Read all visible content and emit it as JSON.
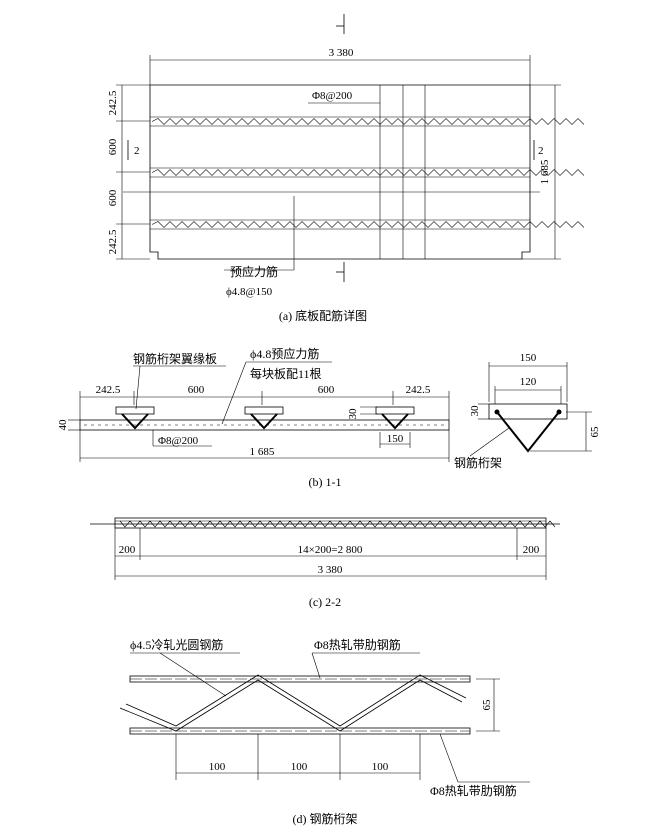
{
  "panel_a": {
    "caption": "(a) 底板配筋详图",
    "width": "3 380",
    "height": "1 685",
    "rebar_top": "Φ8@200",
    "prestress_label": "预应力筋",
    "prestress_spec": "ϕ4.8@150",
    "section_mark": "2",
    "left_dims": [
      "242.5",
      "600",
      "600",
      "242.5"
    ]
  },
  "panel_b": {
    "caption": "(b) 1-1",
    "flange_label": "钢筋桁架翼缘板",
    "prestress_label": "ϕ4.8预应力筋",
    "count_label": "每块板配11根",
    "top_dims": [
      "242.5",
      "600",
      "600",
      "242.5"
    ],
    "dim_30": "30",
    "dim_40": "40",
    "bottom_rebar": "Φ8@200",
    "dim_150": "150",
    "total": "1 685",
    "detail_150": "150",
    "detail_120": "120",
    "detail_30": "30",
    "detail_65": "65",
    "truss_label": "钢筋桁架"
  },
  "panel_c": {
    "caption": "(c) 2-2",
    "dim_left": "200",
    "dim_mid": "14×200=2 800",
    "dim_right": "200",
    "total": "3 380"
  },
  "panel_d": {
    "caption": "(d) 钢筋桁架",
    "diag_label": "ϕ4.5冷轧光圆钢筋",
    "top_label": "Φ8热轧带肋钢筋",
    "bottom_label": "Φ8热轧带肋钢筋",
    "height": "65",
    "pitches": [
      "100",
      "100",
      "100"
    ]
  }
}
